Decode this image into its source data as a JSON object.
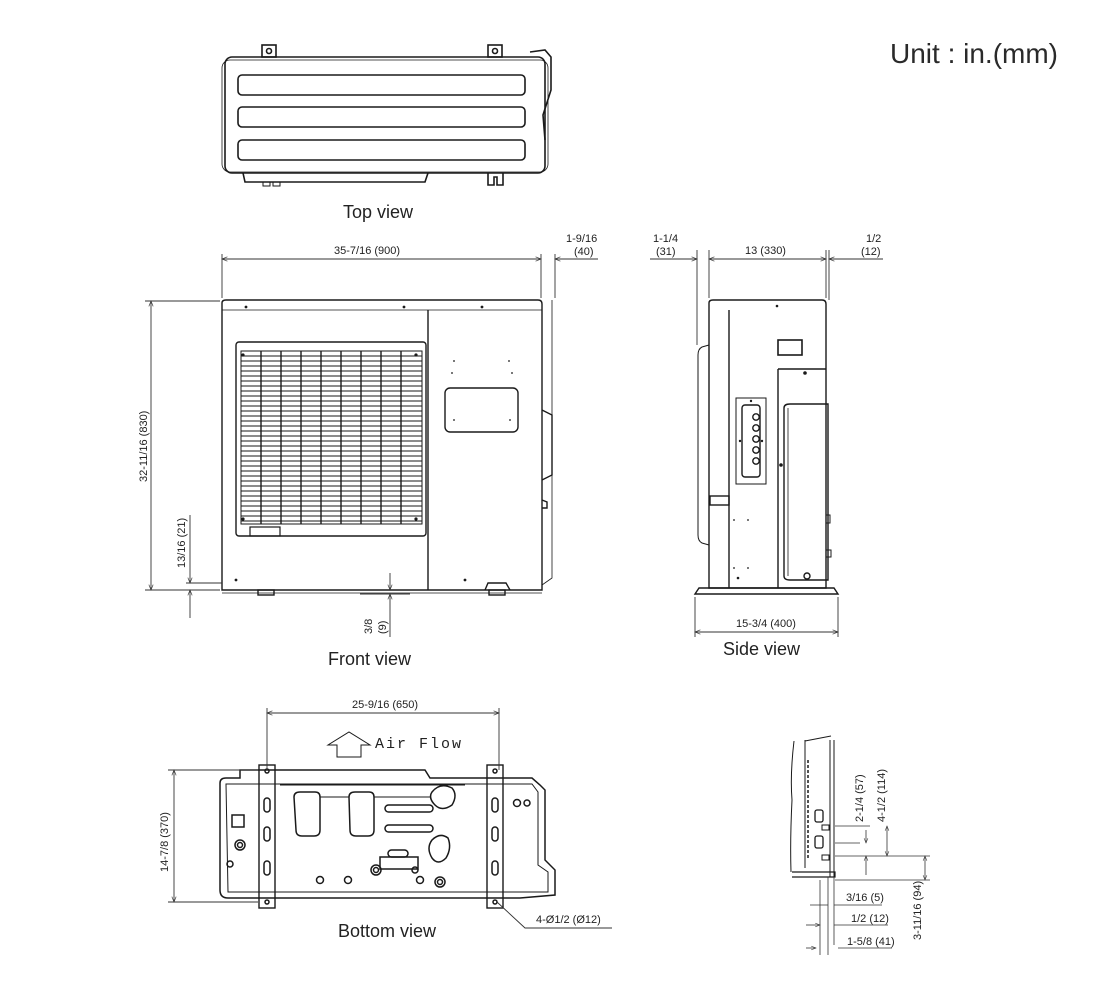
{
  "unit_label": "Unit : in.(mm)",
  "views": {
    "top": {
      "title": "Top view"
    },
    "front": {
      "title": "Front view",
      "dims": {
        "width": "35-7/16 (900)",
        "side_protrusion": [
          "1-9/16",
          "(40)"
        ],
        "height": "32-11/16 (830)",
        "foot_height": "13/16 (21)",
        "foot_offset": [
          "3/8",
          "(9)"
        ]
      }
    },
    "side": {
      "title": "Side view",
      "dims": {
        "left_offset": [
          "1-1/4",
          "(31)"
        ],
        "body_depth": "13 (330)",
        "right_offset": [
          "1/2",
          "(12)"
        ],
        "base_depth": "15-3/4 (400)"
      }
    },
    "bottom": {
      "title": "Bottom view",
      "airflow_label": "Air Flow",
      "dims": {
        "mount_pitch": "25-9/16 (650)",
        "depth": "14-7/8 (370)",
        "holes": "4-Ø1/2 (Ø12)"
      }
    },
    "detail": {
      "dims": {
        "pipe_spacing_1": "2-1/4 (57)",
        "pipe_spacing_2": "4-1/2 (114)",
        "pipe_height": "3-11/16 (94)",
        "offset_a": "3/16 (5)",
        "offset_b": "1/2 (12)",
        "offset_c": "1-5/8 (41)"
      }
    }
  },
  "colors": {
    "line": "#1a1a1a",
    "dim_line": "#333333",
    "background": "#ffffff"
  }
}
